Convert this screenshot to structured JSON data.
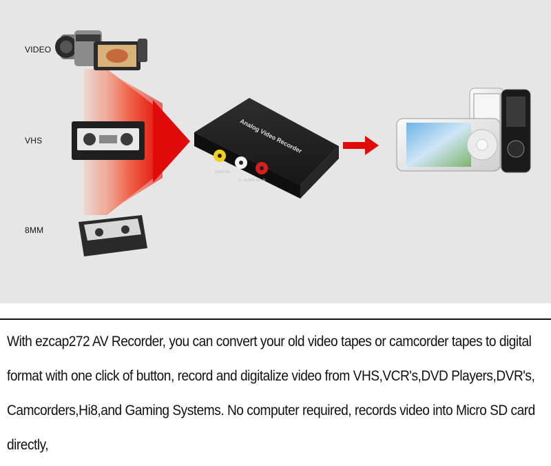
{
  "sources": {
    "video_label": "VIDEO",
    "vhs_label": "VHS",
    "mm8_label": "8MM"
  },
  "device": {
    "name": "Analog Video Recorder",
    "video_in_label": "VIDEO IN",
    "audio_in_label": "L—AUDIO IN—R"
  },
  "description": {
    "text": "With ezcap272 AV Recorder, you can convert your old video tapes or camcorder tapes to digital format with one click of button, record and digitalize video from VHS,VCR's,DVD Players,DVR's, Camcorders,Hi8,and Gaming Systems. No computer required, records video into Micro SD card directly,"
  },
  "colors": {
    "panel_bg": "#e6e6e6",
    "arrow_red": "#e01010",
    "device_body": "#1c1c1c"
  }
}
